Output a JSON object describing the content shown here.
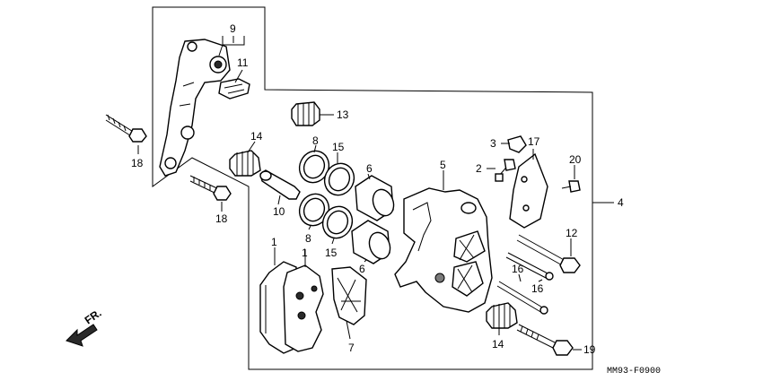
{
  "diagram": {
    "code": "MM93-F0900",
    "direction_label": "FR.",
    "callouts": {
      "c1a": "1",
      "c1b": "1",
      "c2": "2",
      "c3": "3",
      "c4": "4",
      "c5": "5",
      "c6a": "6",
      "c6b": "6",
      "c7": "7",
      "c8a": "8",
      "c8b": "8",
      "c9": "9",
      "c10": "10",
      "c11": "11",
      "c12": "12",
      "c13": "13",
      "c14a": "14",
      "c14b": "14",
      "c15a": "15",
      "c15b": "15",
      "c16a": "16",
      "c16b": "16",
      "c17": "17",
      "c18a": "18",
      "c18b": "18",
      "c19": "19",
      "c20": "20"
    }
  }
}
